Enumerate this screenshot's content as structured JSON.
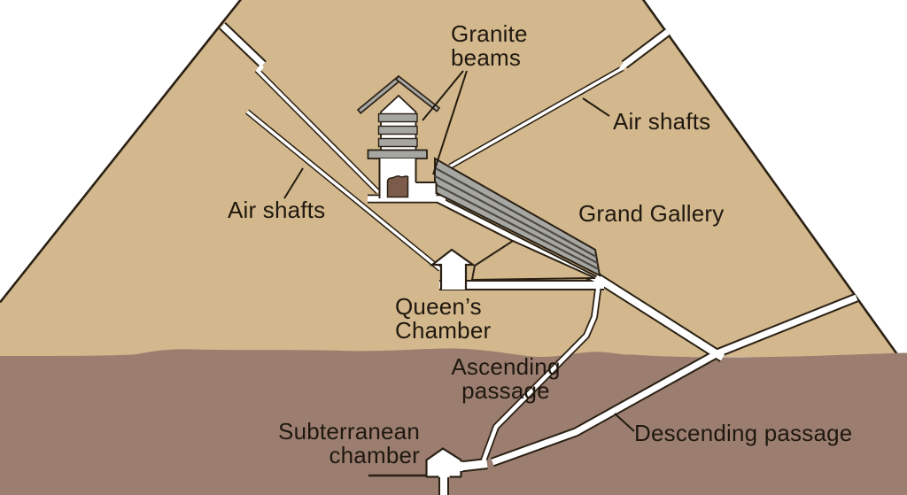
{
  "labels": {
    "granite_beams": {
      "line1": "Granite",
      "line2": "beams"
    },
    "air_shafts_right": {
      "text": "Air shafts"
    },
    "grand_gallery": {
      "text": "Grand Gallery"
    },
    "air_shafts_left": {
      "text": "Air shafts"
    },
    "queens_chamber": {
      "line1": "Queen’s",
      "line2": "Chamber"
    },
    "ascending_passage": {
      "line1": "Ascending",
      "line2": "passage"
    },
    "subterranean_chamber": {
      "line1": "Subterranean",
      "line2": "chamber"
    },
    "descending_passage": {
      "text": "Descending passage"
    }
  },
  "palette": {
    "background": "#ffffff",
    "limestone_tan": "#d2b88c",
    "bedrock_brown": "#9b7e70",
    "outline_dark": "#2a2014",
    "granite_gray": "#a6a6a2",
    "gallery_stripe": "#4e4a44",
    "sarcophagus_brown": "#7c5b4b",
    "passage_white": "#ffffff",
    "text_color": "#201810"
  }
}
